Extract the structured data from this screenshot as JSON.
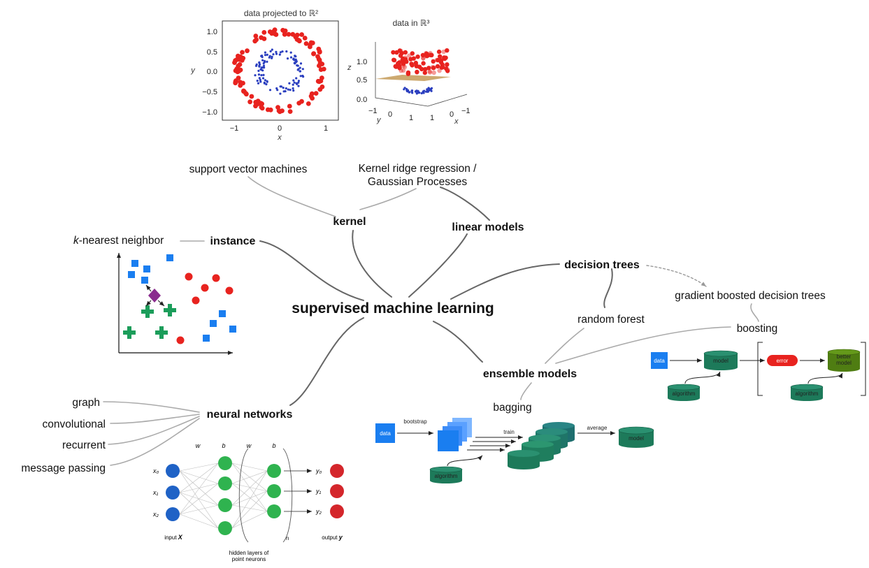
{
  "center": "supervised machine learning",
  "branches": {
    "kernel": "kernel",
    "linear_models": "linear models",
    "instance": "instance",
    "decision_trees": "decision trees",
    "ensemble_models": "ensemble models",
    "neural_networks": "neural networks"
  },
  "leaves": {
    "svm": "support vector machines",
    "krr_line1": "Kernel ridge regression /",
    "krr_line2": "Gaussian Processes",
    "knn_k": "k",
    "knn_rest": "-nearest neighbor",
    "gbdt": "gradient boosted decision trees",
    "random_forest": "random forest",
    "boosting": "boosting",
    "bagging": "bagging",
    "graph": "graph",
    "convolutional": "convolutional",
    "recurrent": "recurrent",
    "message_passing": "message passing"
  },
  "kernel_plots": {
    "left_title": "data projected to ℝ²",
    "right_title": "data in ℝ³",
    "left_xlabel": "x",
    "left_ylabel": "y",
    "left_xticks": [
      "−1",
      "0",
      "1"
    ],
    "left_yticks": [
      "1.0",
      "0.5",
      "0.0",
      "−0.5",
      "−1.0"
    ],
    "right_zlabel": "z",
    "right_zticks": [
      "1.0",
      "0.5",
      "0.0"
    ],
    "right_xlabel": "x",
    "right_ylabel": "y",
    "right_bottom_ticks": [
      "−1",
      "0",
      "1",
      "1",
      "0",
      "−1"
    ]
  },
  "boosting_diagram": {
    "data": "data",
    "model": "model",
    "error": "error",
    "better_model_1": "better",
    "better_model_2": "model",
    "algorithm": "algorithm"
  },
  "bagging_diagram": {
    "data": "data",
    "bootstrap": "bootstrap",
    "train": "train",
    "average": "average",
    "model": "model",
    "algorithm": "algorithm"
  },
  "nn_diagram": {
    "w1": "w",
    "b1": "b",
    "w2": "w",
    "b2": "b",
    "x0": "x₀",
    "x1": "x₁",
    "x2": "x₂",
    "y0": "y₀",
    "y1": "y₁",
    "y2": "y₂",
    "n": "n",
    "input": "input",
    "input_var": "X",
    "output": "output",
    "output_var": "y",
    "hidden_1": "hidden layers of",
    "hidden_2": "point neurons"
  },
  "colors": {
    "red": "#e8231f",
    "blue": "#2b3fbf",
    "square_blue": "#1a7ef0",
    "green_plus": "#1b9d5a",
    "purple": "#8a2b8e",
    "teal": "#1d7a5a",
    "nn_blue": "#1f62c6",
    "nn_green": "#2fb34f",
    "nn_red": "#d4262b",
    "dark_green": "#4f7d12",
    "connector": "#6f6f6f"
  }
}
